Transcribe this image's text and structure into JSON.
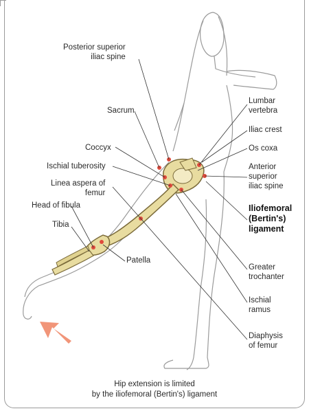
{
  "labels": {
    "posterior_superior_iliac_spine": [
      "Posterior superior",
      "iliac spine"
    ],
    "sacrum": "Sacrum",
    "coccyx": "Coccyx",
    "ischial_tuberosity": "Ischial tuberosity",
    "linea_aspera": [
      "Linea aspera of",
      "femur"
    ],
    "head_of_fibula": "Head of fibula",
    "tibia": "Tibia",
    "patella": "Patella",
    "lumbar_vertebra": [
      "Lumbar",
      "vertebra"
    ],
    "iliac_crest": "Iliac crest",
    "os_coxa": "Os coxa",
    "anterior_superior_iliac_spine": [
      "Anterior",
      "superior",
      "iliac spine"
    ],
    "iliofemoral_ligament": [
      "Iliofemoral",
      "(Bertin's)",
      "ligament"
    ],
    "greater_trochanter": [
      "Greater",
      "trochanter"
    ],
    "ischial_ramus": [
      "Ischial",
      "ramus"
    ],
    "diaphysis_of_femur": [
      "Diaphysis",
      "of femur"
    ]
  },
  "caption": [
    "Hip extension is limited",
    "by the iliofemoral (Bertin's) ligament"
  ],
  "colors": {
    "bone": "#e8dca0",
    "bone_outline": "#7a6a3a",
    "marker": "#e04a3c",
    "arrow": "#f08a6a",
    "figure_line": "#9a9a9a"
  },
  "icons": {
    "motion_arrow": "arrow-up-left-icon"
  }
}
